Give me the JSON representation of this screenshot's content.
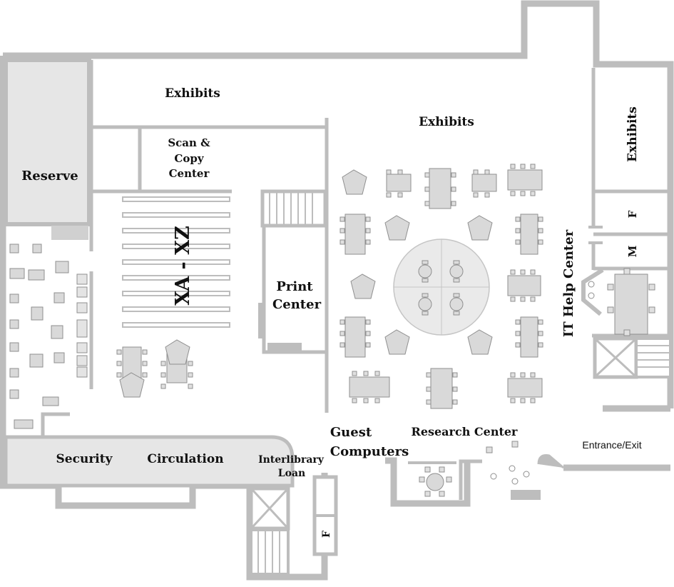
{
  "labels": {
    "exhibits_top": "Exhibits",
    "exhibits_center": "Exhibits",
    "exhibits_right": "Exhibits",
    "scan_copy_line1": "Scan &",
    "scan_copy_line2": "Copy",
    "scan_copy_line3": "Center",
    "reserve": "Reserve",
    "stacks": "XA - XZ",
    "print_line1": "Print",
    "print_line2": "Center",
    "it_help": "IT Help Center",
    "restroom_f_right": "F",
    "restroom_m": "M",
    "guest_line1": "Guest",
    "guest_line2": "Computers",
    "research": "Research Center",
    "entrance": "Entrance/Exit",
    "security": "Security",
    "circulation": "Circulation",
    "ill_line1": "Interlibrary",
    "ill_line2": "Loan",
    "restroom_f_bottom": "F"
  },
  "colors": {
    "wall": "#bdbdbd",
    "room_fill": "#e6e6e6",
    "furniture": "#cfcfcf",
    "furniture_stroke": "#8f8f8f",
    "text": "#111111"
  }
}
